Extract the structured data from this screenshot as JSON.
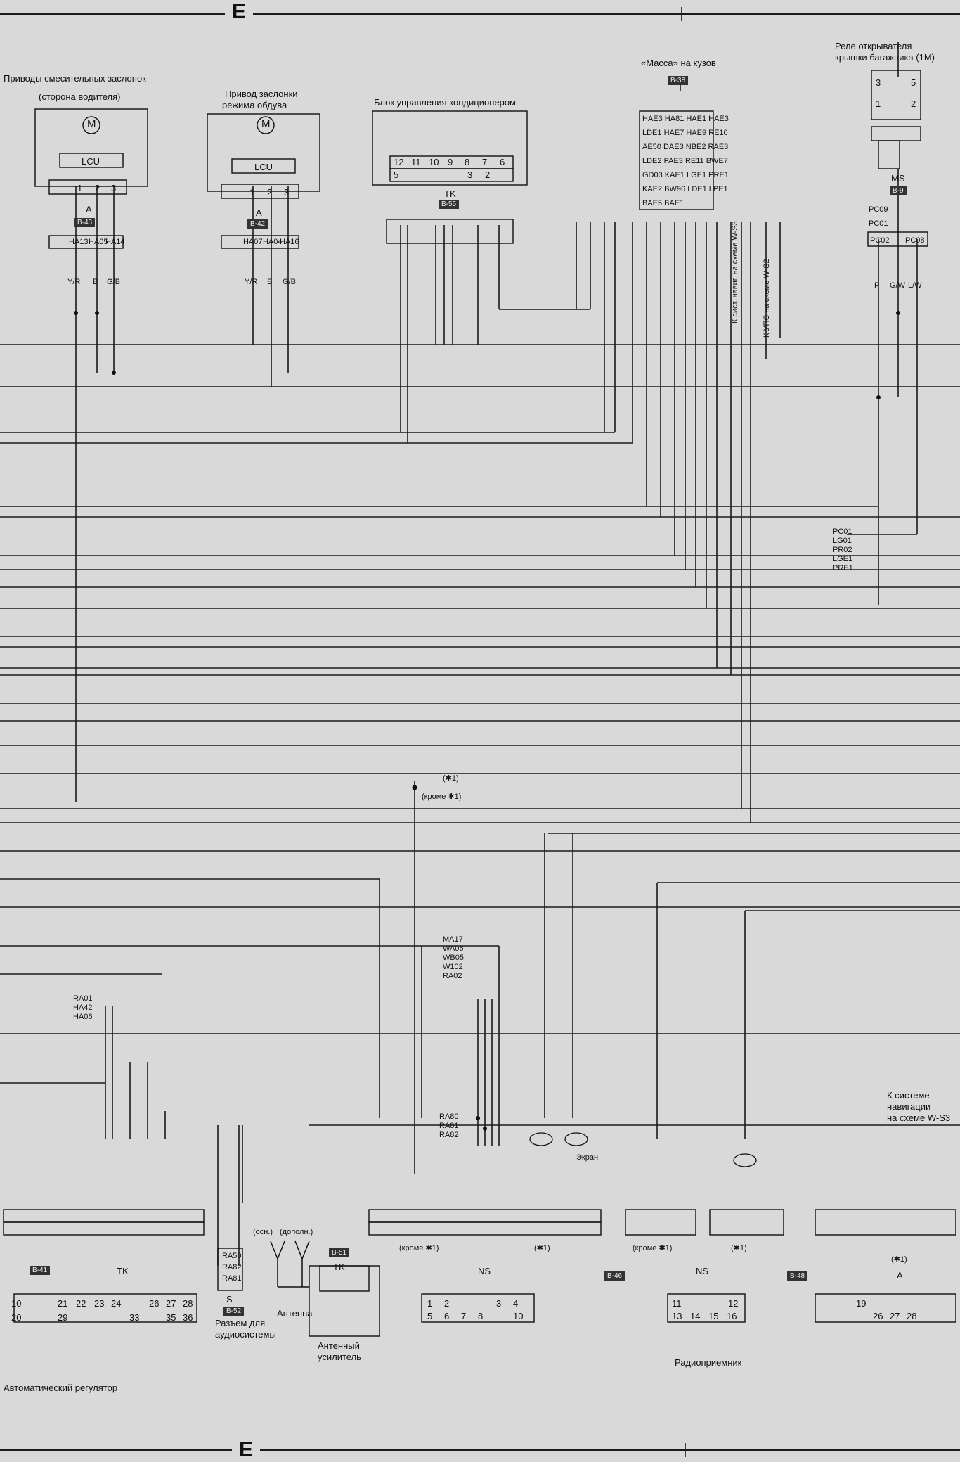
{
  "edge_label": "E",
  "components": {
    "blend_actuators": {
      "title": "Приводы смесительных заслонок",
      "subtitle": "(сторона водителя)",
      "motor": "M",
      "lcu": "LCU",
      "pins": [
        "1",
        "2",
        "3"
      ],
      "variant": "A",
      "connector": "B-43",
      "terminals": [
        "HA13",
        "HA05",
        "HA14"
      ],
      "wires": [
        "Y/R",
        "B",
        "G/B"
      ]
    },
    "mode_actuator": {
      "title_line1": "Привод заслонки",
      "title_line2": "режима обдува",
      "motor": "M",
      "lcu": "LCU",
      "pins": [
        "1",
        "2",
        "3"
      ],
      "variant": "A",
      "connector": "B-42",
      "terminals": [
        "HA07",
        "HA04",
        "HA16"
      ],
      "wires": [
        "Y/R",
        "B",
        "G/B"
      ]
    },
    "ac_control": {
      "title": "Блок управления кондиционером",
      "pins_top": [
        "12",
        "11",
        "10",
        "9",
        "8",
        "7",
        "6"
      ],
      "pins_bottom": [
        "5",
        "3",
        "2"
      ],
      "label_tk": "TK",
      "connector": "B-55"
    },
    "ground": {
      "title": "«Масса» на кузов",
      "connector": "B-38",
      "rows": [
        "HAE3 HA81 HAE1 HAE3",
        "LDE1 HAE7 HAE9 RE10",
        "AE50 DAE3 NBE2 RAE3",
        "LDE2 PAE3 RE11 BWE7",
        "GD03 KAE1 LGE1 PRE1",
        "KAE2 BW96 LDE1 LPE1",
        "BAE5 BAE1"
      ],
      "ref1": "К сист. навиг. на схеме W-S3",
      "ref2": "К УПС на схеме W-S2"
    },
    "trunk_relay": {
      "title_line1": "Реле открывателя",
      "title_line2": "крышки багажника (1M)",
      "pins": [
        "3",
        "5",
        "1",
        "2"
      ],
      "label_ms": "MS",
      "connector": "B-9",
      "terminals": [
        "PC09",
        "PC01",
        "PC02",
        "PC08"
      ],
      "wires": [
        "P",
        "G/W",
        "L/W"
      ]
    },
    "auto_regulator": {
      "title": "Автоматический регулятор",
      "label_tk": "TK",
      "connector": "B-41",
      "pins_top": [
        "10",
        "21",
        "22",
        "23",
        "24",
        "26",
        "27",
        "28"
      ],
      "pins_bottom": [
        "20",
        "29",
        "33",
        "35",
        "36"
      ]
    },
    "audio_connector": {
      "title_line1": "Разъем для",
      "title_line2": "аудиосистемы",
      "label": "S",
      "connector": "B-52",
      "terminals": [
        "RA50",
        "RA82",
        "RA81"
      ]
    },
    "antenna": {
      "main": "(осн.)",
      "aux": "(дополн.)",
      "title": "Антенна",
      "connector": "B-51",
      "label_tk": "TK"
    },
    "antenna_amp": {
      "title_line1": "Антенный",
      "title_line2": "усилитель"
    },
    "radio": {
      "title": "Радиоприемник",
      "label_ns": "NS",
      "except_note": "(кроме ✱1)",
      "note": "(✱1)",
      "connector": "B-46",
      "pins_left_top": [
        "1",
        "2",
        "3",
        "4"
      ],
      "pins_left_bottom": [
        "5",
        "6",
        "7",
        "8",
        "10"
      ],
      "pins_mid_top": [
        "11",
        "12"
      ],
      "pins_mid_bottom": [
        "13",
        "14",
        "15",
        "16"
      ],
      "connector2": "B-48"
    },
    "nav_ref": {
      "line1": "К системе",
      "line2": "навигации",
      "line3": "на схеме W-S3",
      "note": "(✱1)",
      "variant": "A",
      "pins_top": [
        "19"
      ],
      "pins_bottom": [
        "26",
        "27",
        "28"
      ]
    }
  },
  "junctions": {
    "ja": {
      "labels": [
        "MA17",
        "WA06",
        "WB05",
        "W102",
        "RA02"
      ]
    },
    "jb": {
      "labels": [
        "RA01",
        "HA42",
        "HA06"
      ]
    },
    "jc": {
      "labels": [
        "RA80",
        "RA81",
        "RA82"
      ]
    },
    "jd": {
      "labels": [
        "PC01",
        "LG01",
        "PR02",
        "LGE1",
        "PRE1"
      ]
    },
    "split_note_1": "(✱1)",
    "split_note_2": "(кроме ✱1)",
    "shield": "Экран"
  }
}
